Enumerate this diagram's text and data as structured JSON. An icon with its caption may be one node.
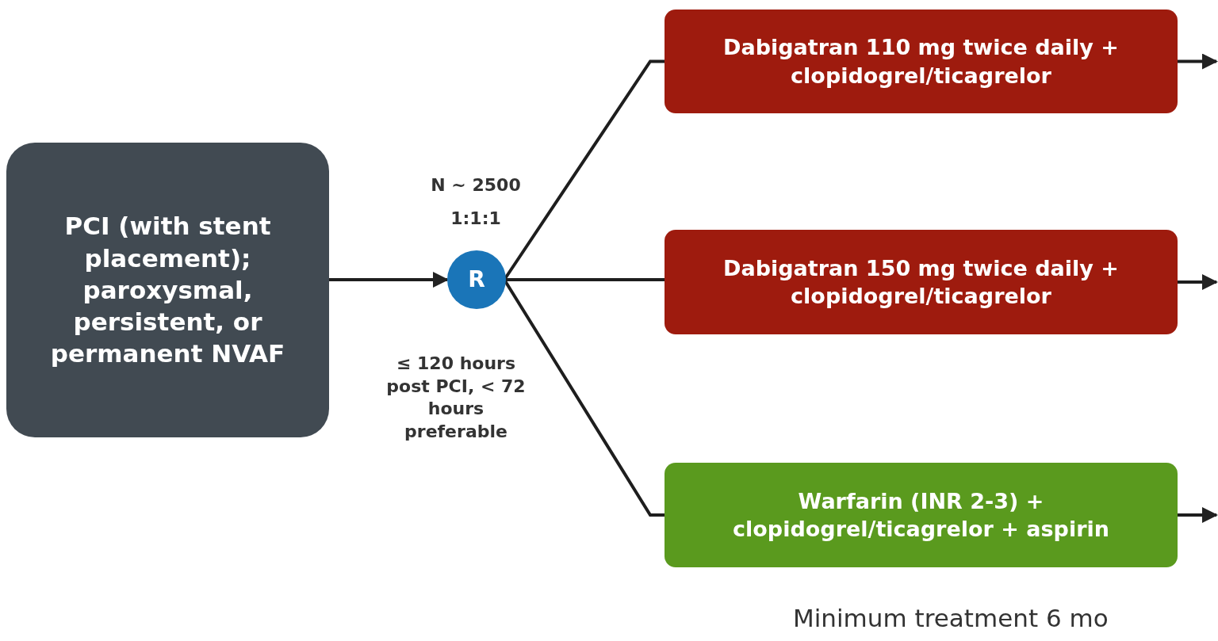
{
  "diagram": {
    "nodes": [
      {
        "text": [
          "PCI (with stent placement); paroxysmal, persistent, or permanent NVAF"
        ]
      },
      {
        "text": [
          "R"
        ],
        "beside": [
          "N ~ 2500",
          "1:1:1",
          "≤ 120 hours post PCI, < 72 hours preferable"
        ]
      },
      {
        "text": [
          "Dabigatran 110 mg twice daily + clopidogrel/ticagrelor"
        ]
      },
      {
        "text": [
          "Dabigatran 150 mg twice daily + clopidogrel/ticagrelor"
        ]
      },
      {
        "text": [
          "Warfarin (INR 2-3) + clopidogrel/ticagrelor + aspirin"
        ]
      }
    ],
    "edges": [
      {
        "from": 0,
        "to": 1,
        "arrow": "to"
      },
      {
        "from": 1,
        "to": 2,
        "arrow": "none"
      },
      {
        "from": 1,
        "to": 3,
        "arrow": "none"
      },
      {
        "from": 1,
        "to": 4,
        "arrow": "none"
      },
      {
        "from": 2,
        "to": null,
        "arrow": "to"
      },
      {
        "from": 3,
        "to": null,
        "arrow": "to"
      },
      {
        "from": 4,
        "to": null,
        "arrow": "to"
      }
    ],
    "labels": [
      "Minimum treatment 6 mo"
    ]
  }
}
